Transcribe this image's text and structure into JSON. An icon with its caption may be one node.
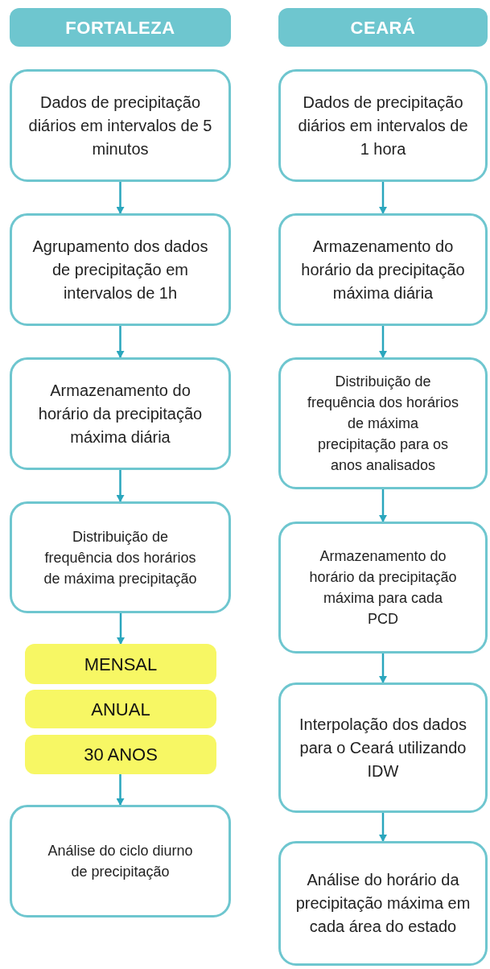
{
  "diagram": {
    "nodes": [
      {
        "text": [
          "FORTALEZA"
        ]
      },
      {
        "text": [
          "Dados de precipitação diários em intervalos de 5 minutos"
        ]
      },
      {
        "text": [
          "Agrupamento dos dados de precipitação em intervalos de 1h"
        ]
      },
      {
        "text": [
          "Armazenamento do horário da precipitação máxima diária"
        ]
      },
      {
        "text": [
          "Distribuição de frequência dos horários de máxima precipitação"
        ]
      },
      {
        "text": [
          "MENSAL"
        ]
      },
      {
        "text": [
          "ANUAL"
        ]
      },
      {
        "text": [
          "30 ANOS"
        ]
      },
      {
        "text": [
          "Análise do ciclo diurno de precipitação"
        ]
      },
      {
        "text": [
          "CEARÁ"
        ]
      },
      {
        "text": [
          "Dados de precipitação diários em intervalos de 1 hora"
        ]
      },
      {
        "text": [
          "Armazenamento do horário da precipitação máxima diária"
        ]
      },
      {
        "text": [
          "Distribuição de frequência dos horários de máxima precipitação para os anos analisados"
        ]
      },
      {
        "text": [
          "Armazenamento do horário da precipitação máxima para cada PCD"
        ]
      },
      {
        "text": [
          "Interpolação dos dados para o Ceará utilizando IDW"
        ]
      },
      {
        "text": [
          "Análise do horário da precipitação máxima em cada área do estado"
        ]
      }
    ],
    "edges": [
      {
        "from": 1,
        "to": 2,
        "arrow": "to"
      },
      {
        "from": 2,
        "to": 3,
        "arrow": "to"
      },
      {
        "from": 3,
        "to": 4,
        "arrow": "to"
      },
      {
        "from": 4,
        "to": 5,
        "arrow": "to"
      },
      {
        "from": 7,
        "to": 8,
        "arrow": "to"
      },
      {
        "from": 10,
        "to": 11,
        "arrow": "to"
      },
      {
        "from": 11,
        "to": 12,
        "arrow": "to"
      },
      {
        "from": 12,
        "to": 13,
        "arrow": "to"
      },
      {
        "from": 13,
        "to": 14,
        "arrow": "to"
      },
      {
        "from": 14,
        "to": 15,
        "arrow": "to"
      }
    ]
  }
}
